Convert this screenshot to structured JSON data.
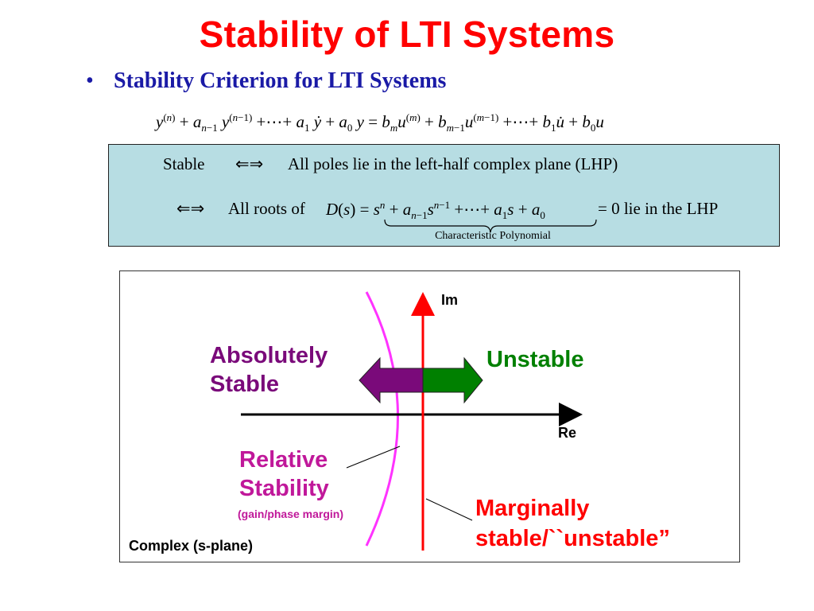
{
  "slide": {
    "title": "Stability of LTI Systems",
    "bullet": "•",
    "subtitle": "Stability Criterion for LTI Systems"
  },
  "criterion": {
    "stable_word": "Stable",
    "equiv_symbol": "⇐⇒",
    "condition_1": "All poles lie in the left-half complex plane (LHP)",
    "all_roots_of": "All roots of",
    "lie_in_lhp": "= 0 lie in the LHP",
    "brace_label": "Characteristic Polynomial"
  },
  "diagram": {
    "im_label": "Im",
    "re_label": "Re",
    "absolutely_stable": [
      "Absolutely",
      "Stable"
    ],
    "unstable": "Unstable",
    "relative_stability": [
      "Relative",
      "Stability"
    ],
    "gain_phase_margin": "(gain/phase margin)",
    "marginally_stable": [
      "Marginally",
      "stable/``unstable”"
    ],
    "complex_plane": "Complex (s-plane)"
  },
  "colors": {
    "title": "#ff0000",
    "subtitle": "#1a1aa6",
    "box_fill": "#b7dde3",
    "purple": "#7a0a7a",
    "green": "#008000",
    "magenta": "#c0189a",
    "curve": "#ff33ff",
    "red": "#ff0000"
  }
}
